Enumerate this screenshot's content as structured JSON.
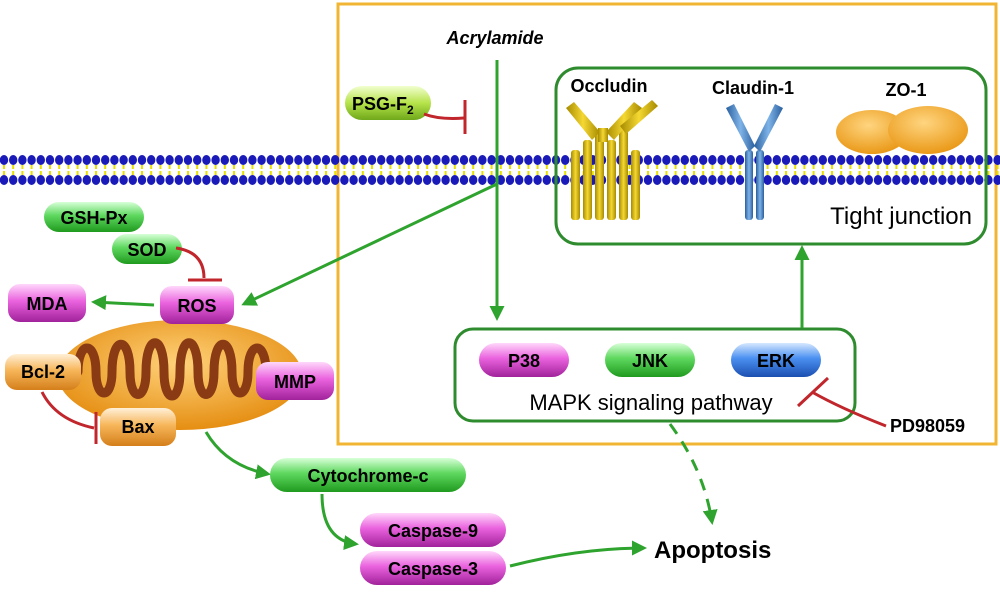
{
  "stimulus": "Acrylamide",
  "inhibitor_psg": {
    "base": "PSG-F",
    "subscript": "2"
  },
  "membrane_proteins": {
    "occludin": "Occludin",
    "claudin": "Claudin-1",
    "zo1": "ZO-1"
  },
  "tight_junction_label": "Tight junction",
  "mapk": {
    "label": "MAPK signaling pathway",
    "p38": "P38",
    "jnk": "JNK",
    "erk": "ERK"
  },
  "inhibitor_pd": "PD98059",
  "oxidative": {
    "gsh": "GSH-Px",
    "sod": "SOD",
    "ros": "ROS",
    "mda": "MDA"
  },
  "mito": {
    "bcl2": "Bcl-2",
    "bax": "Bax",
    "mmp": "MMP"
  },
  "cytochrome": "Cytochrome-c",
  "caspase9": "Caspase-9",
  "caspase3": "Caspase-3",
  "apoptosis": "Apoptosis",
  "colors": {
    "green_box": "#2e8b2e",
    "arrow_green": "#2ea32e",
    "inhibit_red": "#c0262b",
    "yellow_frame": "#f2b533",
    "membrane_blue": "#1a1ab8",
    "membrane_yellow": "#e8e000",
    "pill_green": "#4fd44f",
    "pill_magenta": "#e34fd6",
    "pill_blue": "#3b7de0",
    "pill_orange": "#f3a24a",
    "mito_orange": "#f5a623",
    "mito_brown": "#8a3b14"
  }
}
